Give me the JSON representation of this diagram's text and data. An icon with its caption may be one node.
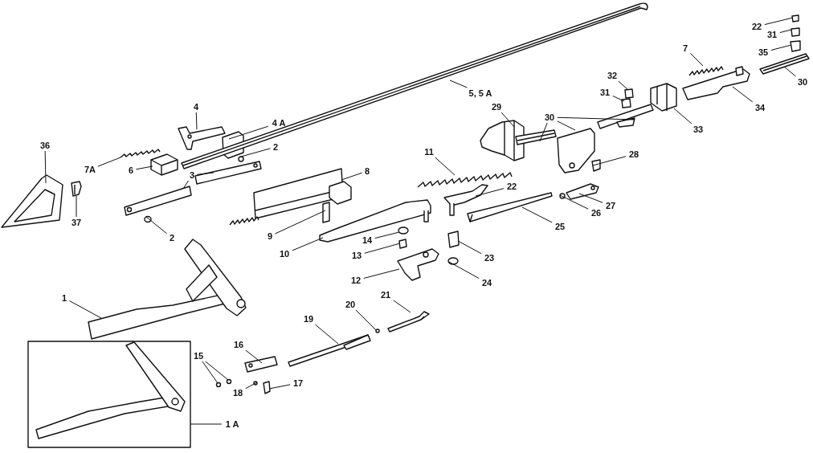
{
  "diagram": {
    "nodes": [
      {
        "text": [
          "36"
        ]
      },
      {
        "text": [
          "37"
        ]
      },
      {
        "text": [
          "7A"
        ]
      },
      {
        "text": [
          "6"
        ]
      },
      {
        "text": [
          "4"
        ]
      },
      {
        "text": [
          "4 A"
        ]
      },
      {
        "text": [
          "2"
        ]
      },
      {
        "text": [
          "3"
        ]
      },
      {
        "text": [
          "2"
        ]
      },
      {
        "text": [
          "8"
        ]
      },
      {
        "text": [
          "9"
        ]
      },
      {
        "text": [
          "10"
        ]
      },
      {
        "text": [
          "11"
        ]
      },
      {
        "text": [
          "22"
        ]
      },
      {
        "text": [
          "14"
        ]
      },
      {
        "text": [
          "13"
        ]
      },
      {
        "text": [
          "12"
        ]
      },
      {
        "text": [
          "23"
        ]
      },
      {
        "text": [
          "24"
        ]
      },
      {
        "text": [
          "25"
        ]
      },
      {
        "text": [
          "26"
        ]
      },
      {
        "text": [
          "27"
        ]
      },
      {
        "text": [
          "28"
        ]
      },
      {
        "text": [
          "29"
        ]
      },
      {
        "text": [
          "30"
        ]
      },
      {
        "text": [
          "32"
        ]
      },
      {
        "text": [
          "31"
        ]
      },
      {
        "text": [
          "33"
        ]
      },
      {
        "text": [
          "7"
        ]
      },
      {
        "text": [
          "34"
        ]
      },
      {
        "text": [
          "22"
        ]
      },
      {
        "text": [
          "31"
        ]
      },
      {
        "text": [
          "35"
        ]
      },
      {
        "text": [
          "30"
        ]
      },
      {
        "text": [
          "5, 5 A"
        ]
      },
      {
        "text": [
          "1"
        ]
      },
      {
        "text": [
          "15"
        ]
      },
      {
        "text": [
          "16"
        ]
      },
      {
        "text": [
          "18"
        ]
      },
      {
        "text": [
          "17"
        ]
      },
      {
        "text": [
          "19"
        ]
      },
      {
        "text": [
          "20"
        ]
      },
      {
        "text": [
          "21"
        ]
      },
      {
        "text": [
          "1 A"
        ]
      },
      {
        "text": [],
        "shape": "picture"
      },
      {
        "text": [],
        "shape": "picture"
      },
      {
        "text": [],
        "shape": "picture"
      },
      {
        "text": [],
        "shape": "picture"
      },
      {
        "text": [],
        "shape": "picture"
      },
      {
        "text": [],
        "shape": "box"
      },
      {
        "text": [],
        "shape": "circle"
      },
      {
        "text": [],
        "shape": "picture"
      },
      {
        "text": [],
        "shape": "picture"
      },
      {
        "text": [],
        "shape": "circle"
      },
      {
        "text": [],
        "shape": "picture"
      },
      {
        "text": [],
        "shape": "box"
      },
      {
        "text": [],
        "shape": "picture"
      },
      {
        "text": [],
        "shape": "picture"
      },
      {
        "text": [],
        "shape": "picture"
      },
      {
        "text": [],
        "shape": "circle"
      },
      {
        "text": [],
        "shape": "box"
      },
      {
        "text": [],
        "shape": "picture"
      },
      {
        "text": [],
        "shape": "box"
      },
      {
        "text": [],
        "shape": "circle"
      },
      {
        "text": [],
        "shape": "picture"
      },
      {
        "text": [],
        "shape": "circle"
      },
      {
        "text": [],
        "shape": "picture"
      },
      {
        "text": [],
        "shape": "box"
      },
      {
        "text": [],
        "shape": "picture"
      },
      {
        "text": [],
        "shape": "picture"
      },
      {
        "text": [],
        "shape": "picture"
      },
      {
        "text": [],
        "shape": "picture"
      },
      {
        "text": [],
        "shape": "box"
      },
      {
        "text": [],
        "shape": "box"
      },
      {
        "text": [],
        "shape": "picture"
      },
      {
        "text": [],
        "shape": "picture"
      },
      {
        "text": [],
        "shape": "picture"
      },
      {
        "text": [],
        "shape": "box"
      },
      {
        "text": [],
        "shape": "box"
      },
      {
        "text": [],
        "shape": "box"
      },
      {
        "text": [],
        "shape": "picture"
      },
      {
        "text": [],
        "shape": "picture"
      },
      {
        "text": [],
        "shape": "picture"
      },
      {
        "text": [],
        "shape": "circle"
      },
      {
        "text": [],
        "shape": "circle"
      },
      {
        "text": [],
        "shape": "picture"
      },
      {
        "text": [],
        "shape": "circle"
      },
      {
        "text": [],
        "shape": "box"
      },
      {
        "text": [],
        "shape": "picture"
      },
      {
        "text": [],
        "shape": "circle"
      },
      {
        "text": [],
        "shape": "picture"
      },
      {
        "text": [],
        "shape": "box"
      },
      {
        "text": [],
        "shape": "picture",
        "in": 91
      }
    ],
    "edges": [
      {
        "from": 0,
        "to": 44,
        "arrow": "none"
      },
      {
        "from": 1,
        "to": 45,
        "arrow": "none"
      },
      {
        "from": 2,
        "to": 46,
        "arrow": "none"
      },
      {
        "from": 3,
        "to": 47,
        "arrow": "none"
      },
      {
        "from": 4,
        "to": 48,
        "arrow": "none"
      },
      {
        "from": 5,
        "to": 49,
        "arrow": "none"
      },
      {
        "from": 6,
        "to": 50,
        "arrow": "none"
      },
      {
        "from": 7,
        "to": 51,
        "arrow": "none"
      },
      {
        "from": 7,
        "to": 52,
        "arrow": "none"
      },
      {
        "from": 8,
        "to": 53,
        "arrow": "none"
      },
      {
        "from": 9,
        "to": 54,
        "arrow": "none"
      },
      {
        "from": 10,
        "to": 55,
        "arrow": "none"
      },
      {
        "from": 11,
        "to": 56,
        "arrow": "none"
      },
      {
        "from": 12,
        "to": 57,
        "arrow": "none"
      },
      {
        "from": 13,
        "to": 58,
        "arrow": "none"
      },
      {
        "from": 14,
        "to": 59,
        "arrow": "none"
      },
      {
        "from": 15,
        "to": 60,
        "arrow": "none"
      },
      {
        "from": 16,
        "to": 61,
        "arrow": "none"
      },
      {
        "from": 17,
        "to": 62,
        "arrow": "none"
      },
      {
        "from": 18,
        "to": 63,
        "arrow": "none"
      },
      {
        "from": 19,
        "to": 64,
        "arrow": "none"
      },
      {
        "from": 20,
        "to": 65,
        "arrow": "none"
      },
      {
        "from": 21,
        "to": 66,
        "arrow": "none"
      },
      {
        "from": 22,
        "to": 67,
        "arrow": "none"
      },
      {
        "from": 23,
        "to": 68,
        "arrow": "none"
      },
      {
        "from": 24,
        "to": 69,
        "arrow": "none"
      },
      {
        "from": 24,
        "to": 70,
        "arrow": "none"
      },
      {
        "from": 24,
        "to": 71,
        "arrow": "none"
      },
      {
        "from": 25,
        "to": 72,
        "arrow": "none"
      },
      {
        "from": 26,
        "to": 73,
        "arrow": "none"
      },
      {
        "from": 27,
        "to": 74,
        "arrow": "none"
      },
      {
        "from": 28,
        "to": 75,
        "arrow": "none"
      },
      {
        "from": 29,
        "to": 76,
        "arrow": "none"
      },
      {
        "from": 30,
        "to": 77,
        "arrow": "none"
      },
      {
        "from": 31,
        "to": 78,
        "arrow": "none"
      },
      {
        "from": 32,
        "to": 79,
        "arrow": "none"
      },
      {
        "from": 33,
        "to": 80,
        "arrow": "none"
      },
      {
        "from": 34,
        "to": 81,
        "arrow": "none"
      },
      {
        "from": 35,
        "to": 82,
        "arrow": "none"
      },
      {
        "from": 36,
        "to": 83,
        "arrow": "none"
      },
      {
        "from": 36,
        "to": 84,
        "arrow": "none"
      },
      {
        "from": 37,
        "to": 85,
        "arrow": "none"
      },
      {
        "from": 38,
        "to": 86,
        "arrow": "none"
      },
      {
        "from": 39,
        "to": 87,
        "arrow": "none"
      },
      {
        "from": 40,
        "to": 88,
        "arrow": "none"
      },
      {
        "from": 41,
        "to": 89,
        "arrow": "none"
      },
      {
        "from": 42,
        "to": 90,
        "arrow": "none"
      },
      {
        "from": 43,
        "to": 91,
        "arrow": "none"
      }
    ]
  }
}
